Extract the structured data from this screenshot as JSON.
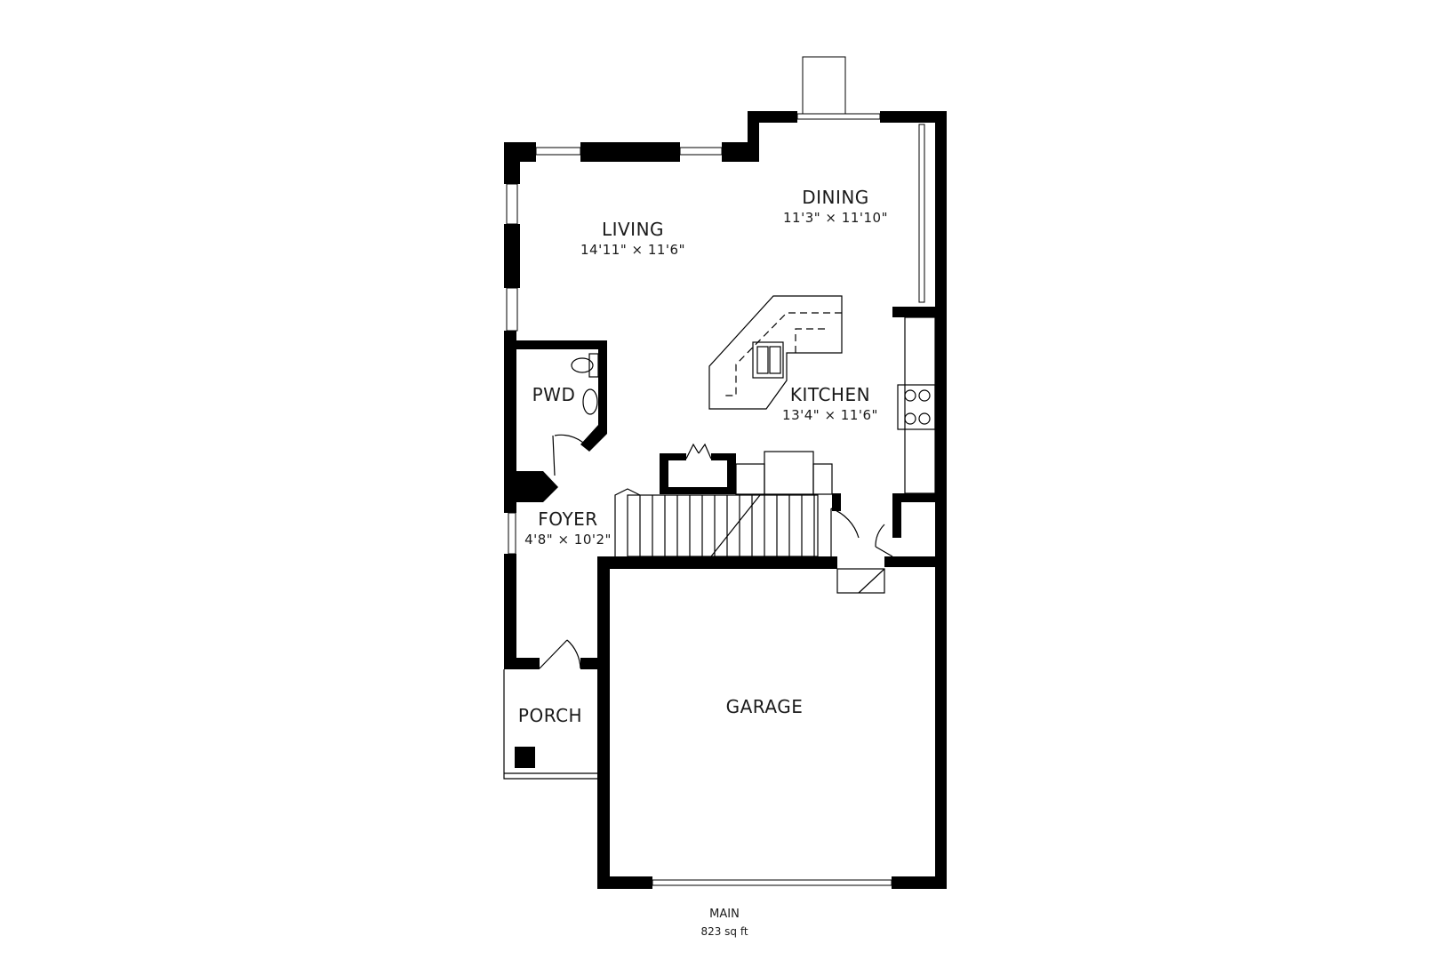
{
  "rooms": {
    "living": {
      "name": "LIVING",
      "dims": "14'11\" × 11'6\""
    },
    "dining": {
      "name": "DINING",
      "dims": "11'3\" × 11'10\""
    },
    "kitchen": {
      "name": "KITCHEN",
      "dims": "13'4\" × 11'6\""
    },
    "pwd": {
      "name": "PWD"
    },
    "foyer": {
      "name": "FOYER",
      "dims": "4'8\" × 10'2\""
    },
    "porch": {
      "name": "PORCH"
    },
    "garage": {
      "name": "GARAGE"
    }
  },
  "floor": {
    "name": "MAIN",
    "area": "823 sq ft"
  },
  "colors": {
    "wall": "#000000",
    "background": "#ffffff"
  }
}
